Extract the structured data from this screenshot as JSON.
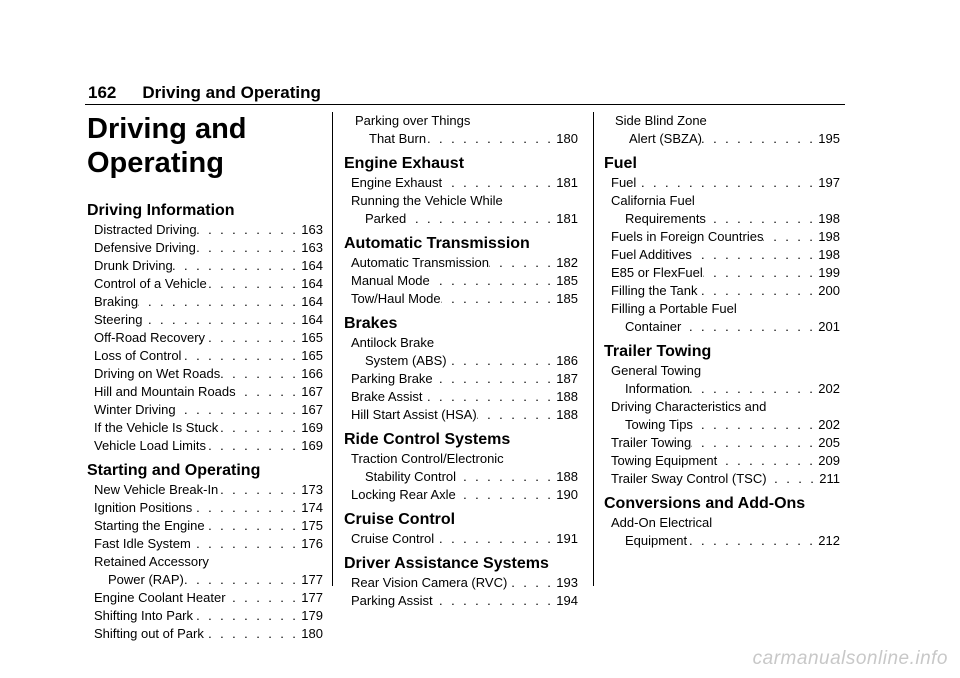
{
  "header": {
    "page_number": "162",
    "title": "Driving and Operating"
  },
  "title_lines": [
    "Driving and",
    "Operating"
  ],
  "col1": [
    {
      "heading": "Driving Information",
      "entries": [
        {
          "label": "Distracted Driving",
          "page": "163"
        },
        {
          "label": "Defensive Driving",
          "page": "163"
        },
        {
          "label": "Drunk Driving",
          "page": "164"
        },
        {
          "label": "Control of a Vehicle",
          "page": "164"
        },
        {
          "label": "Braking",
          "page": "164"
        },
        {
          "label": "Steering",
          "page": "164"
        },
        {
          "label": "Off-Road Recovery",
          "page": "165"
        },
        {
          "label": "Loss of Control",
          "page": "165"
        },
        {
          "label": "Driving on Wet Roads",
          "page": "166"
        },
        {
          "label": "Hill and Mountain Roads",
          "page": "167"
        },
        {
          "label": "Winter Driving",
          "page": "167"
        },
        {
          "label": "If the Vehicle Is Stuck",
          "page": "169"
        },
        {
          "label": "Vehicle Load Limits",
          "page": "169"
        }
      ]
    },
    {
      "heading": "Starting and Operating",
      "entries": [
        {
          "label": "New Vehicle Break-In",
          "page": "173"
        },
        {
          "label": "Ignition Positions",
          "page": "174"
        },
        {
          "label": "Starting the Engine",
          "page": "175"
        },
        {
          "label": "Fast Idle System",
          "page": "176"
        },
        {
          "line1": "Retained Accessory",
          "label": "Power (RAP)",
          "page": "177"
        },
        {
          "label": "Engine Coolant Heater",
          "page": "177"
        },
        {
          "label": "Shifting Into Park",
          "page": "179"
        },
        {
          "label": "Shifting out of Park",
          "page": "180"
        }
      ]
    }
  ],
  "col2_lead": {
    "line1": "Parking over Things",
    "label": "That Burn",
    "page": "180"
  },
  "col2": [
    {
      "heading": "Engine Exhaust",
      "entries": [
        {
          "label": "Engine Exhaust",
          "page": "181"
        },
        {
          "line1": "Running the Vehicle While",
          "label": "Parked",
          "page": "181"
        }
      ]
    },
    {
      "heading": "Automatic Transmission",
      "entries": [
        {
          "label": "Automatic Transmission",
          "page": "182"
        },
        {
          "label": "Manual Mode",
          "page": "185"
        },
        {
          "label": "Tow/Haul Mode",
          "page": "185"
        }
      ]
    },
    {
      "heading": "Brakes",
      "entries": [
        {
          "line1": "Antilock Brake",
          "label": "System (ABS)",
          "page": "186"
        },
        {
          "label": "Parking Brake",
          "page": "187"
        },
        {
          "label": "Brake Assist",
          "page": "188"
        },
        {
          "label": "Hill Start Assist (HSA)",
          "page": "188"
        }
      ]
    },
    {
      "heading": "Ride Control Systems",
      "entries": [
        {
          "line1": "Traction Control/Electronic",
          "label": "Stability Control",
          "page": "188"
        },
        {
          "label": "Locking Rear Axle",
          "page": "190"
        }
      ]
    },
    {
      "heading": "Cruise Control",
      "entries": [
        {
          "label": "Cruise Control",
          "page": "191"
        }
      ]
    },
    {
      "heading": "Driver Assistance Systems",
      "entries": [
        {
          "label": "Rear Vision Camera (RVC)",
          "page": "193"
        },
        {
          "label": "Parking Assist",
          "page": "194"
        }
      ]
    }
  ],
  "col3_lead": {
    "line1": "Side Blind Zone",
    "label": "Alert (SBZA)",
    "page": "195"
  },
  "col3": [
    {
      "heading": "Fuel",
      "entries": [
        {
          "label": "Fuel",
          "page": "197"
        },
        {
          "line1": "California Fuel",
          "label": "Requirements",
          "page": "198"
        },
        {
          "label": "Fuels in Foreign Countries",
          "page": "198"
        },
        {
          "label": "Fuel Additives",
          "page": "198"
        },
        {
          "label": "E85 or FlexFuel",
          "page": "199"
        },
        {
          "label": "Filling the Tank",
          "page": "200"
        },
        {
          "line1": "Filling a Portable Fuel",
          "label": "Container",
          "page": "201"
        }
      ]
    },
    {
      "heading": "Trailer Towing",
      "entries": [
        {
          "line1": "General Towing",
          "label": "Information",
          "page": "202"
        },
        {
          "line1": "Driving Characteristics and",
          "label": "Towing Tips",
          "page": "202"
        },
        {
          "label": "Trailer Towing",
          "page": "205"
        },
        {
          "label": "Towing Equipment",
          "page": "209"
        },
        {
          "label": "Trailer Sway Control (TSC)",
          "page": "211"
        }
      ]
    },
    {
      "heading": "Conversions and Add-Ons",
      "entries": [
        {
          "line1": "Add-On Electrical",
          "label": "Equipment",
          "page": "212"
        }
      ]
    }
  ],
  "footer": {
    "watermark": "carmanualsonline.info"
  }
}
